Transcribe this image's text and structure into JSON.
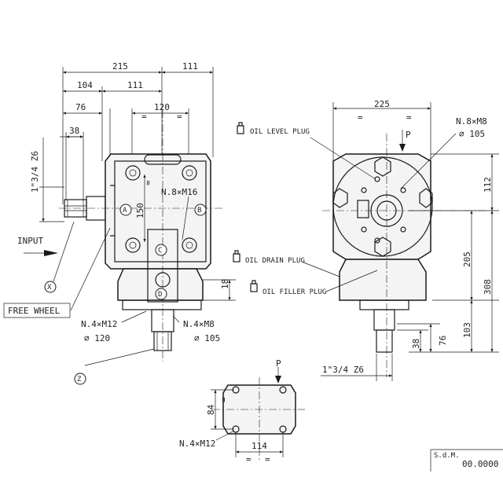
{
  "dimensions": {
    "d215": "215",
    "d111_top": "111",
    "d104": "104",
    "d111_mid": "111",
    "d76_left": "76",
    "d120": "120",
    "d38_left": "38",
    "d150": "150",
    "d18": "18",
    "d225": "225",
    "d112": "112",
    "d205": "205",
    "d308": "308",
    "d103": "103",
    "d76_right": "76",
    "d38_right": "38",
    "d84": "84",
    "d114": "114",
    "shaft_left": "1\"3/4 Z6",
    "shaft_right": "1\"3/4 Z6",
    "eq": "="
  },
  "callouts": {
    "n8m16": "N.8×M16",
    "n4m12_a": "N.4×M12",
    "dia120": "⌀ 120",
    "n4m8": "N.4×M8",
    "dia105_a": "⌀ 105",
    "n8m8": "N.8×M8",
    "dia105_b": "⌀ 105",
    "n4m12_b": "N.4×M12"
  },
  "labels": {
    "input": "INPUT",
    "free_wheel": "FREE WHEEL",
    "oil_level": "OIL LEVEL PLUG",
    "oil_drain": "OIL DRAIN PLUG",
    "oil_filler": "OIL FILLER PLUG",
    "p_top": "P",
    "p_bottom": "P",
    "circle_a": "A",
    "circle_b": "B",
    "circle_c": "C",
    "circle_d": "D",
    "circle_x": "X",
    "circle_z": "Z"
  },
  "title_block": {
    "maker": "S.d.M.",
    "code": "00.0000"
  }
}
